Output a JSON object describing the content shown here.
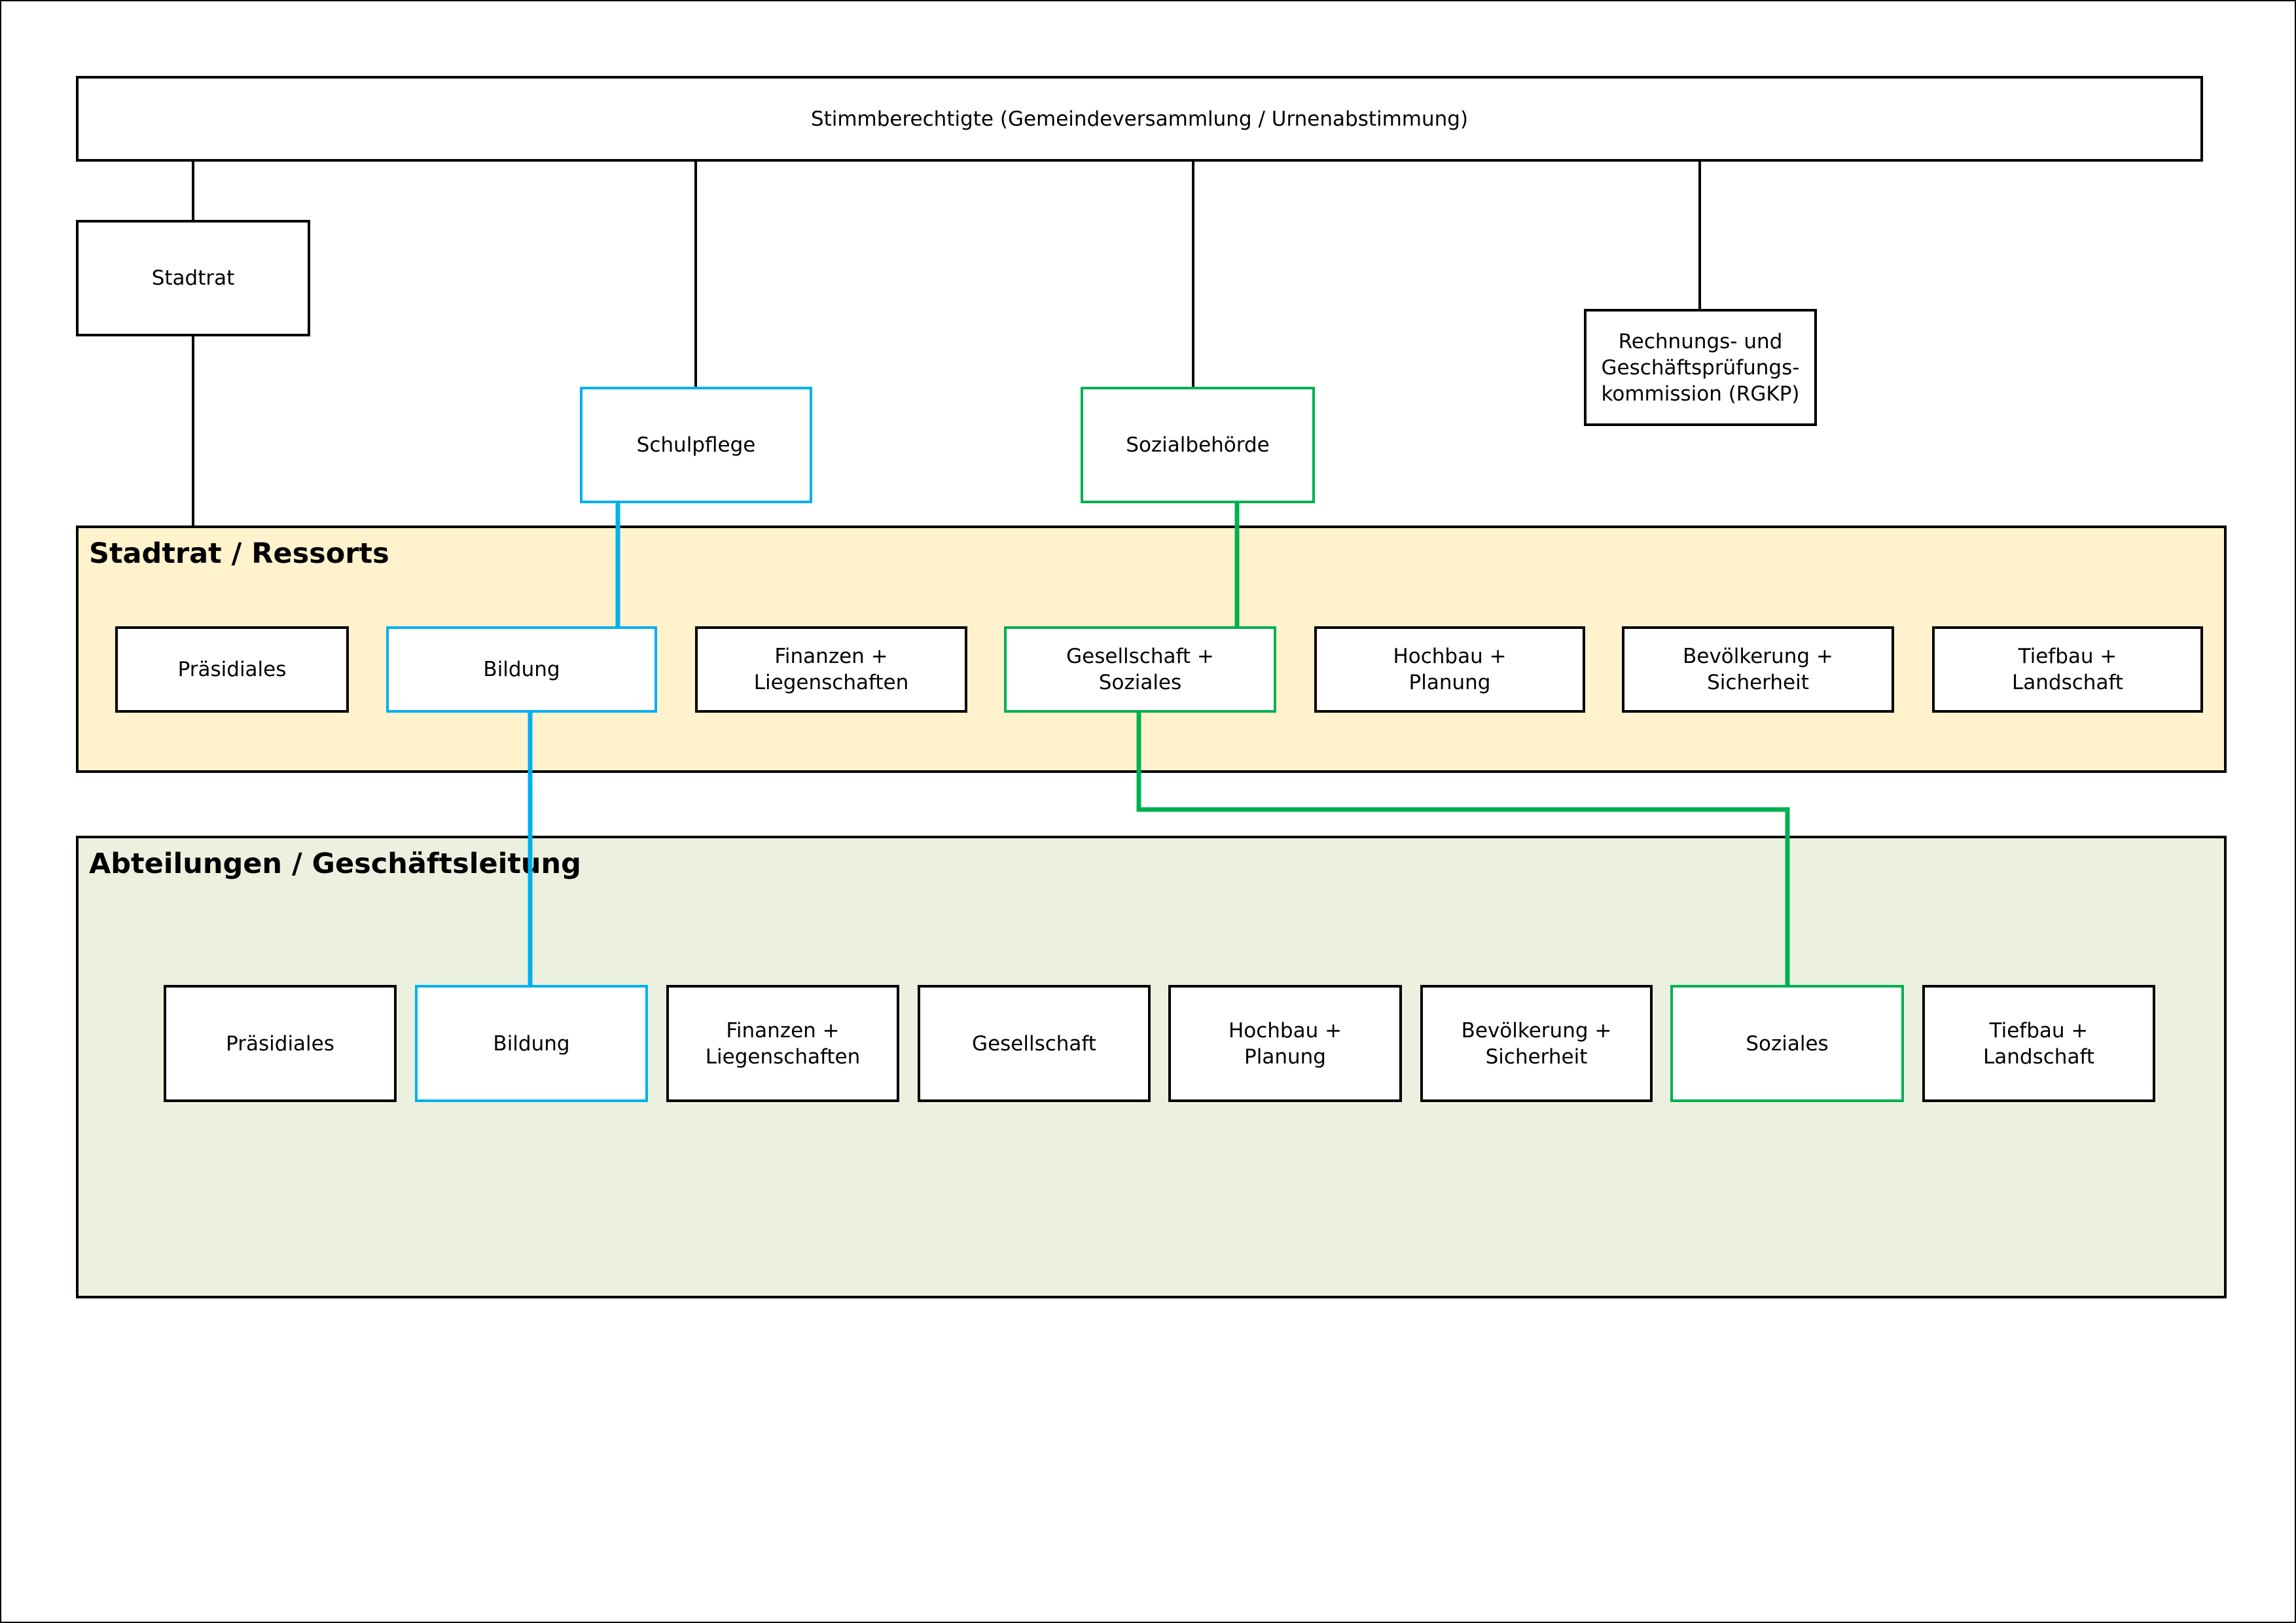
{
  "top": {
    "label": "Stimmberechtigte (Gemeindeversammlung / Urnenabstimmung)"
  },
  "stadtrat": {
    "label": "Stadtrat"
  },
  "schulpflege": {
    "label": "Schulpflege"
  },
  "sozialbehoerde": {
    "label": "Sozialbehörde"
  },
  "rgkp": {
    "label": "Rechnungs- und\nGeschäftsprüfungs-\nkommission (RGKP)"
  },
  "ressorts": {
    "title": "Stadtrat / Ressorts",
    "items": [
      "Präsidiales",
      "Bildung",
      "Finanzen +\nLiegenschaften",
      "Gesellschaft +\nSoziales",
      "Hochbau +\nPlanung",
      "Bevölkerung +\nSicherheit",
      "Tiefbau +\nLandschaft"
    ]
  },
  "abteilungen": {
    "title": "Abteilungen / Geschäftsleitung",
    "items": [
      "Präsidiales",
      "Bildung",
      "Finanzen +\nLiegenschaften",
      "Gesellschaft",
      "Hochbau +\nPlanung",
      "Bevölkerung +\nSicherheit",
      "Soziales",
      "Tiefbau +\nLandschaft"
    ]
  },
  "colors": {
    "blue": "#00B0F0",
    "green": "#00B050",
    "ressorts_bg": "#FFF2CC",
    "abteilungen_bg": "#EBF1DE"
  }
}
